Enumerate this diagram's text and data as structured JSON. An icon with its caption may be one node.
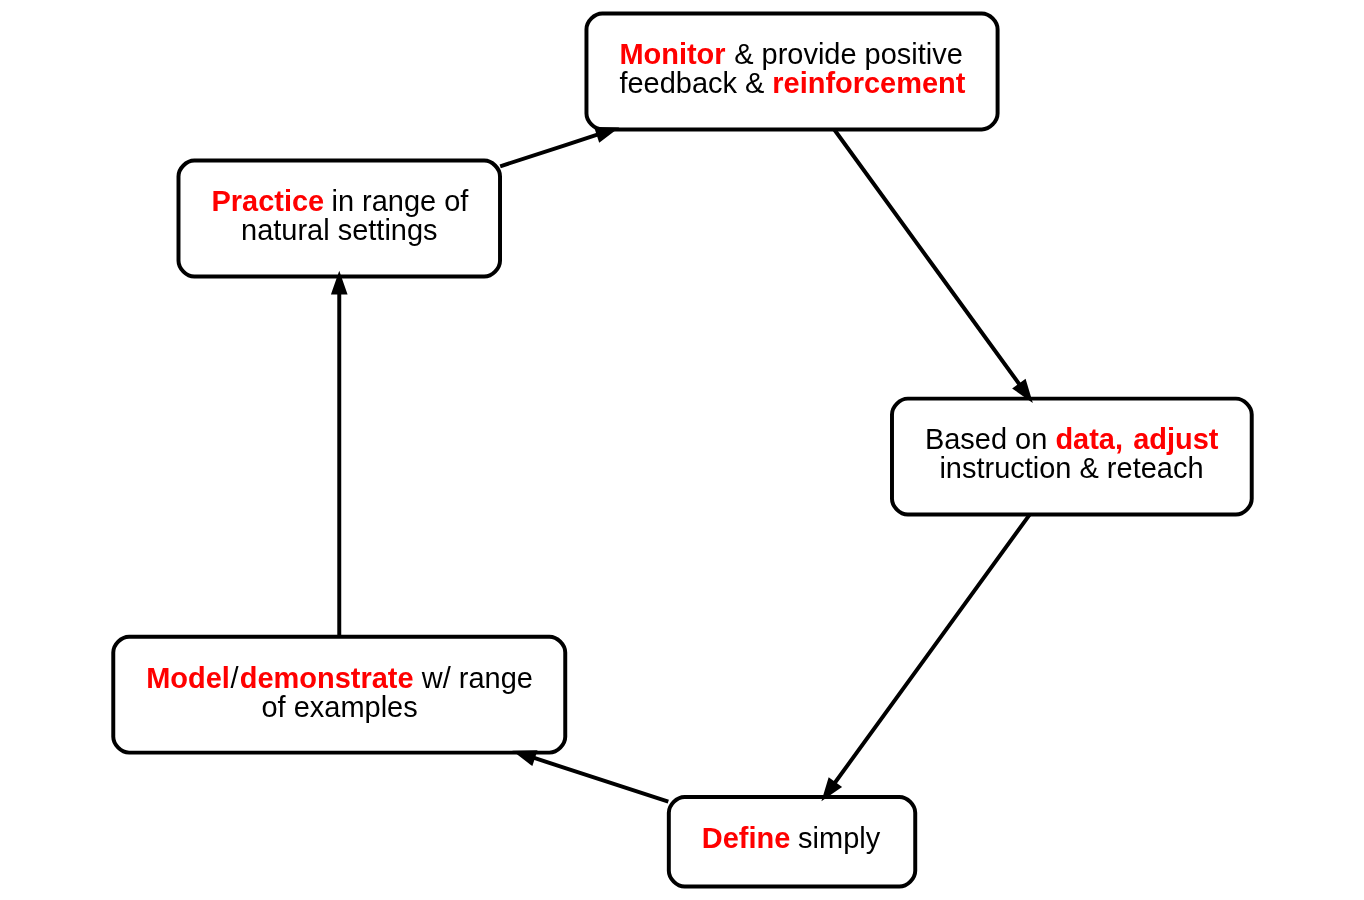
{
  "diagram": {
    "nodes": [
      {
        "text": [
          "**Define** simply"
        ]
      },
      {
        "text": [
          "**Model**/**demonstrate** w/ range of examples"
        ]
      },
      {
        "text": [
          "**Practice** in range of natural settings"
        ]
      },
      {
        "text": [
          "**Monitor** & provide positive feedback & **reinforcement**"
        ]
      },
      {
        "text": [
          "Based on **data, adjust** instruction & reteach"
        ]
      }
    ],
    "edges": [
      {
        "from": 0,
        "to": 1,
        "arrow": "to"
      },
      {
        "from": 1,
        "to": 2,
        "arrow": "to"
      },
      {
        "from": 2,
        "to": 3,
        "arrow": "to"
      },
      {
        "from": 3,
        "to": 4,
        "arrow": "to"
      },
      {
        "from": 4,
        "to": 0,
        "arrow": "to"
      }
    ]
  }
}
